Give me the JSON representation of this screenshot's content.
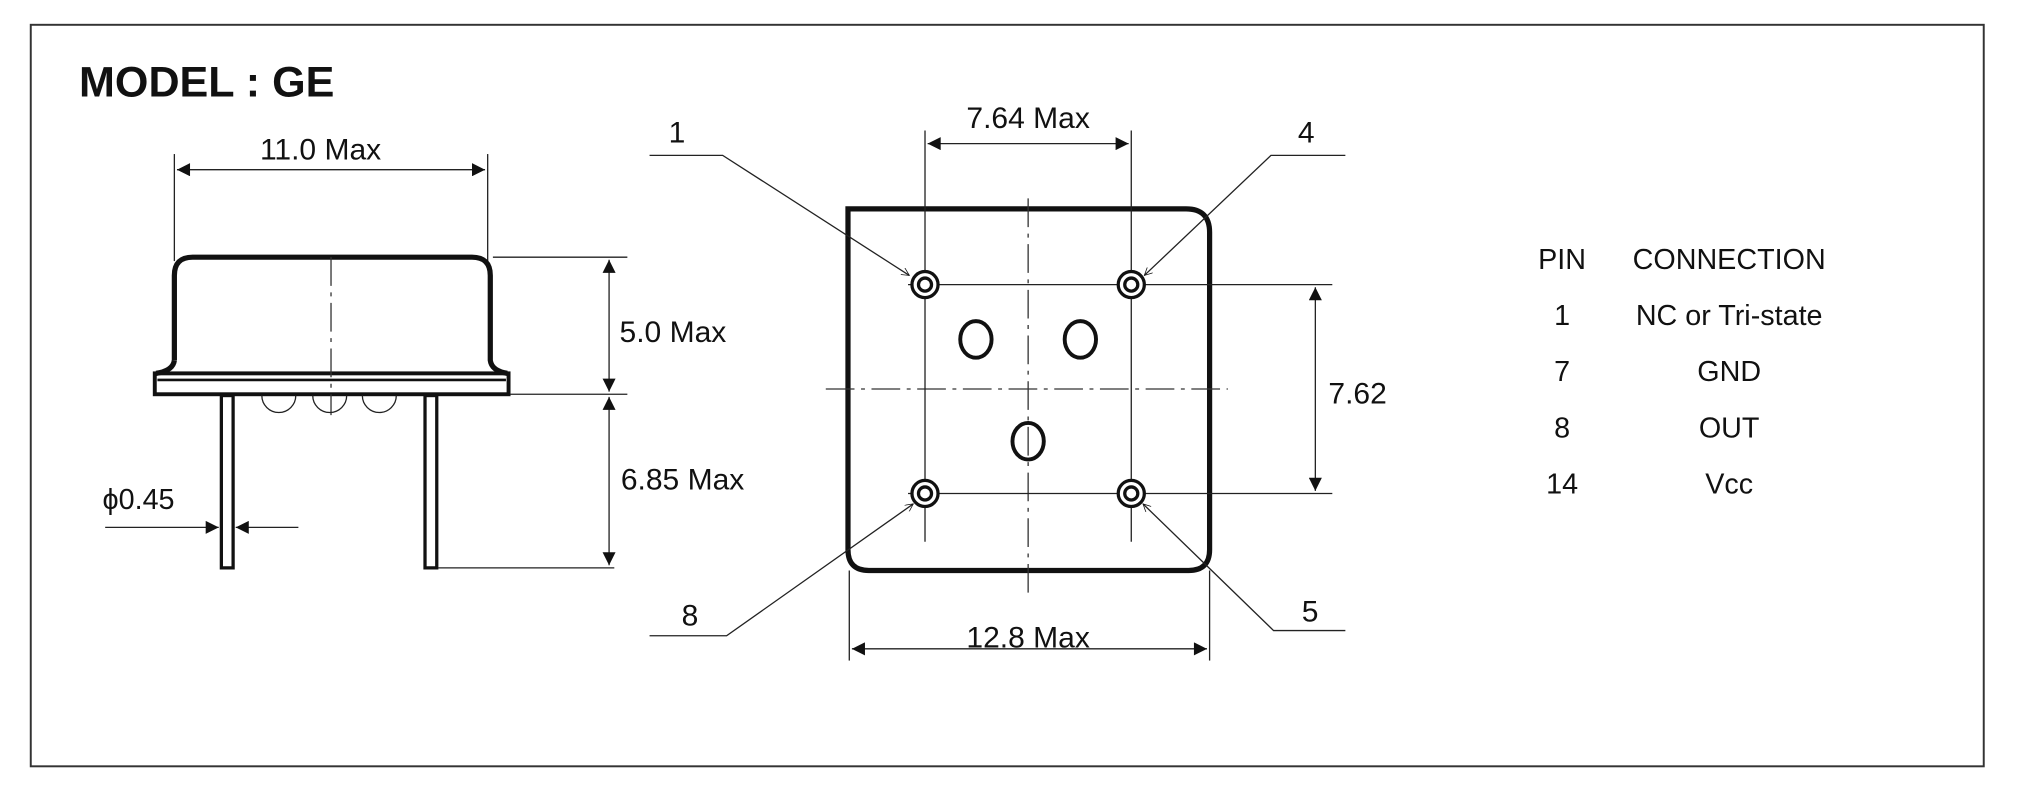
{
  "title": "MODEL : GE",
  "side_view": {
    "width_label": "11.0 Max",
    "body_height_label": "5.0 Max",
    "lead_length_label": "6.85 Max",
    "lead_diameter_label": "ϕ0.45"
  },
  "bottom_view": {
    "pin_spacing_x_label": "7.64 Max",
    "pin_spacing_y_label": "7.62",
    "body_width_label": "12.8 Max",
    "pin_callouts": [
      "1",
      "4",
      "8",
      "5"
    ]
  },
  "pin_table": {
    "headers": [
      "PIN",
      "CONNECTION"
    ],
    "rows": [
      {
        "pin": "1",
        "connection": "NC or Tri-state"
      },
      {
        "pin": "7",
        "connection": "GND"
      },
      {
        "pin": "8",
        "connection": "OUT"
      },
      {
        "pin": "14",
        "connection": "Vcc"
      }
    ]
  }
}
